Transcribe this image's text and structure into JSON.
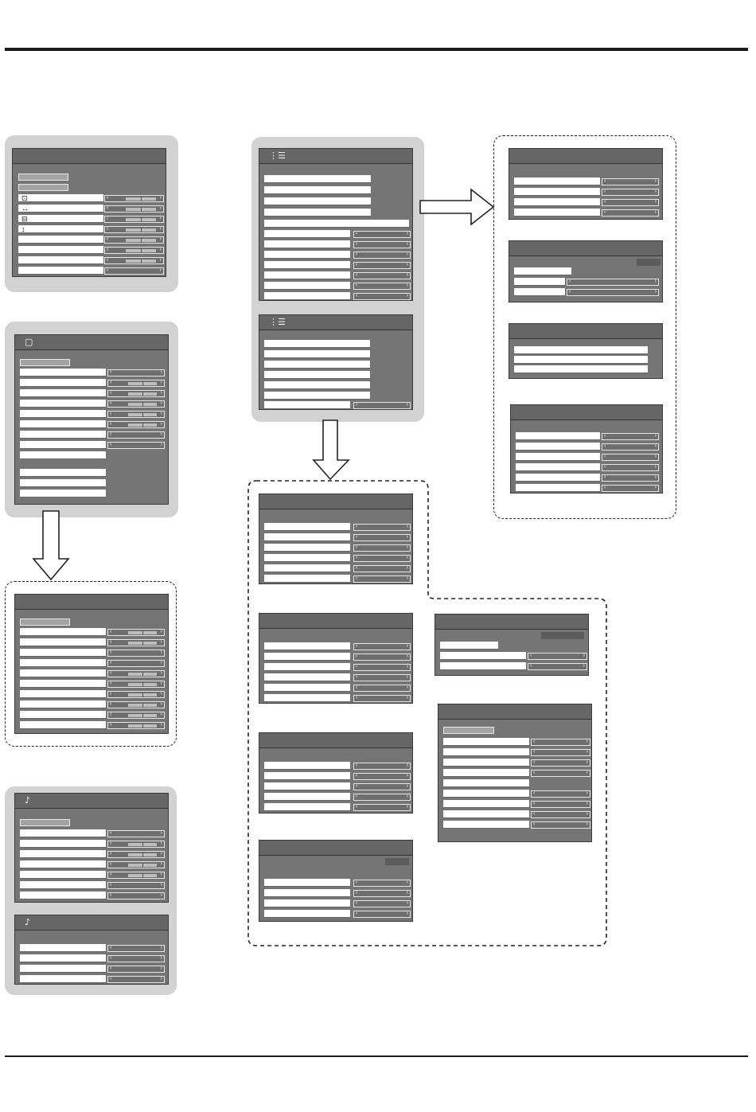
{
  "page": {
    "header_rule": "solid",
    "footer_rule": "solid"
  },
  "colors": {
    "menu_body": "#757575",
    "menu_header": "#666666",
    "group_halo": "#d2d2d2",
    "row_label": "#ffffff"
  },
  "icons": {
    "picture_menu": "tv-screen-icon",
    "setup_menu": "list-menu-icon",
    "sound_menu": "music-note-icon",
    "position_h": "h-position-icon",
    "size_h": "h-size-icon",
    "position_v": "v-position-icon",
    "size_v": "v-size-icon"
  },
  "glyphs": {
    "tv": "▢",
    "list": "⋮☰",
    "note": "♪",
    "left_arrow": "‹",
    "right_arrow": "›",
    "pos_h": "⊡",
    "size_h": "↔",
    "pos_v": "⊟",
    "size_v": "↕"
  },
  "arrows": [
    {
      "direction": "right",
      "from": "setup-menu",
      "to": "setup-submenus-right"
    },
    {
      "direction": "down",
      "from": "setup-menu",
      "to": "setup-submenus-below"
    },
    {
      "direction": "down",
      "from": "picture-menu",
      "to": "picture-advanced-menu"
    }
  ]
}
